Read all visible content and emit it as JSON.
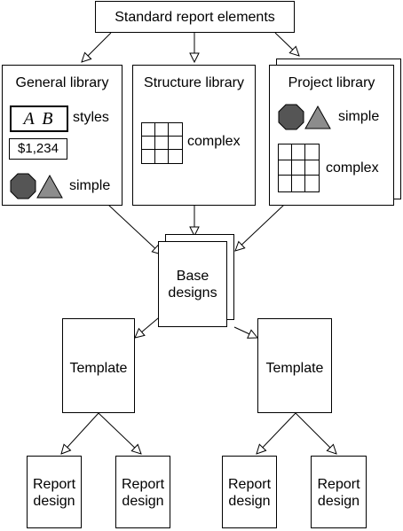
{
  "diagram": {
    "top_box": "Standard report elements",
    "general_library": {
      "title": "General library",
      "styles_label": "styles",
      "ab_sample": "A B",
      "number_sample": "$1,234",
      "simple_label": "simple"
    },
    "structure_library": {
      "title": "Structure library",
      "complex_label": "complex"
    },
    "project_library": {
      "title": "Project library",
      "simple_label": "simple",
      "complex_label": "complex"
    },
    "base_designs": {
      "line1": "Base",
      "line2": "designs"
    },
    "templates": [
      {
        "label": "Template"
      },
      {
        "label": "Template"
      }
    ],
    "report_designs": [
      {
        "line1": "Report",
        "line2": "design"
      },
      {
        "line1": "Report",
        "line2": "design"
      },
      {
        "line1": "Report",
        "line2": "design"
      },
      {
        "line1": "Report",
        "line2": "design"
      }
    ],
    "colors": {
      "octagon_fill": "#555555",
      "triangle_fill": "#8c8c8c",
      "line": "#000000"
    }
  }
}
